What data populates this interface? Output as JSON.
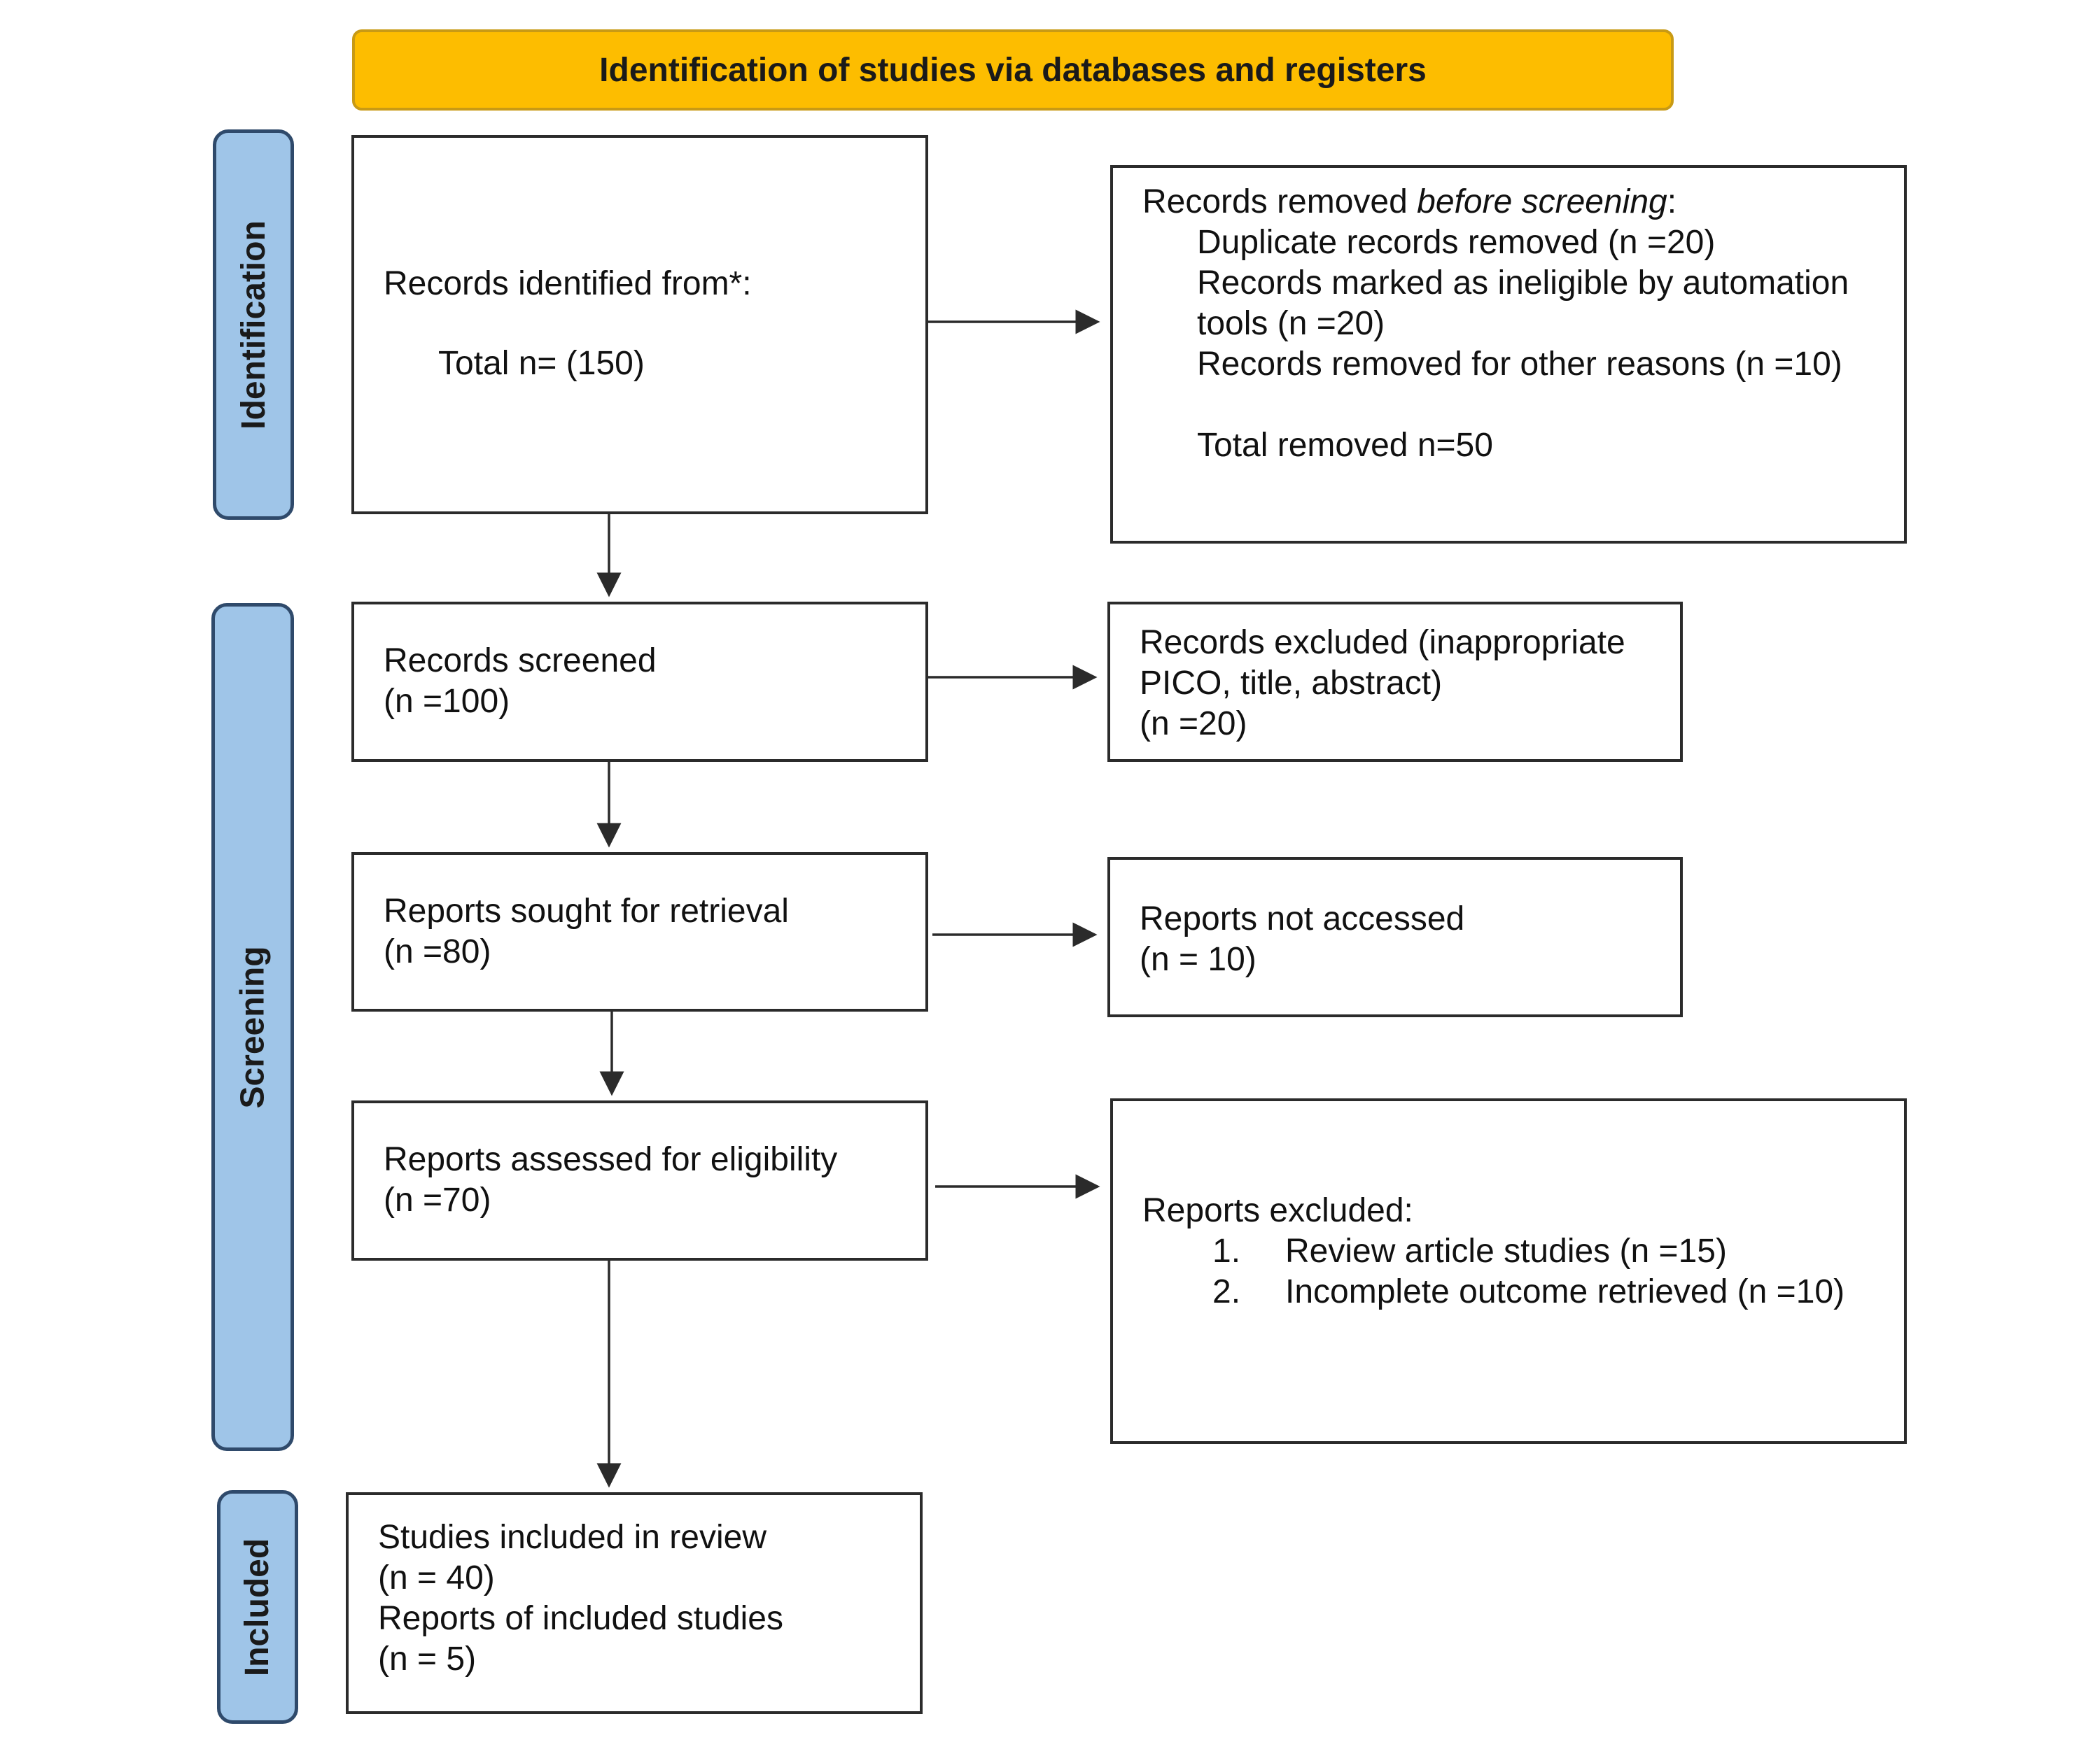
{
  "header": "Identification of studies via databases and registers",
  "phases": {
    "identification": "Identification",
    "screening": "Screening",
    "included": "Included"
  },
  "identified": {
    "line1": "Records identified from*:",
    "line2": "Total n= (150)"
  },
  "removed": {
    "prefix": "Records removed ",
    "prefix_italic": "before screening",
    "prefix_end": ":",
    "items": [
      "Duplicate records removed (n =20)",
      "Records marked as ineligible by automation",
      "tools (n =20)",
      "Records removed for other reasons (n =10)"
    ],
    "total": "Total removed n=50"
  },
  "screened": {
    "line1": "Records screened",
    "line2": "(n =100)"
  },
  "excluded": {
    "line1": "Records excluded (inappropriate",
    "line2": "PICO, title, abstract)",
    "line3": "(n =20)"
  },
  "sought": {
    "line1": "Reports sought for retrieval",
    "line2": "(n =80)"
  },
  "not_accessed": {
    "line1": "Reports not accessed",
    "line2": "(n = 10)"
  },
  "assessed": {
    "line1": "Reports assessed for eligibility",
    "line2": "(n =70)"
  },
  "reports_excluded": {
    "title": "Reports excluded:",
    "items": [
      {
        "num": "1.",
        "text": "Review article studies (n =15)"
      },
      {
        "num": "2.",
        "text": "Incomplete outcome retrieved (n =10)"
      }
    ]
  },
  "included": {
    "line1": "Studies included in review",
    "line2": "(n = 40)",
    "line3": "Reports of included studies",
    "line4": "(n = 5)"
  },
  "colors": {
    "header_fill": "#fdbd00",
    "phase_fill": "#9fc5e8",
    "phase_border": "#2f4a6b",
    "line": "#2b2b2b"
  }
}
